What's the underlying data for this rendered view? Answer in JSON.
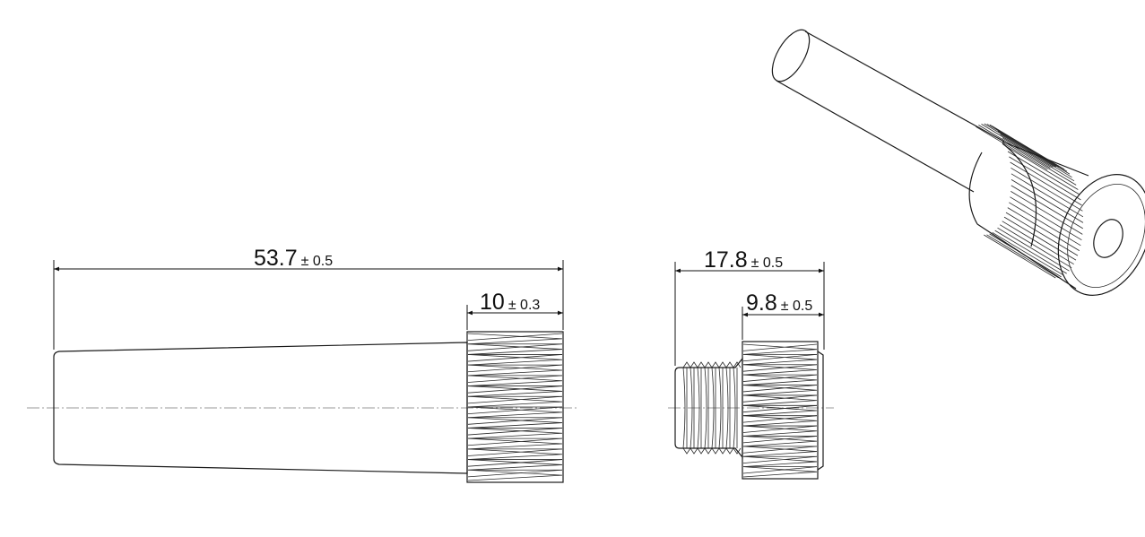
{
  "dimensions": {
    "overall_length": {
      "value": "53.7",
      "tolerance": "± 0.5"
    },
    "knurl_length": {
      "value": "10",
      "tolerance": "± 0.3"
    },
    "side_length": {
      "value": "17.8",
      "tolerance": "± 0.5"
    },
    "side_knurl_length": {
      "value": "9.8",
      "tolerance": "± 0.5"
    }
  },
  "colors": {
    "line": "#1a1a1a",
    "centerline": "#777777",
    "background": "#ffffff"
  }
}
